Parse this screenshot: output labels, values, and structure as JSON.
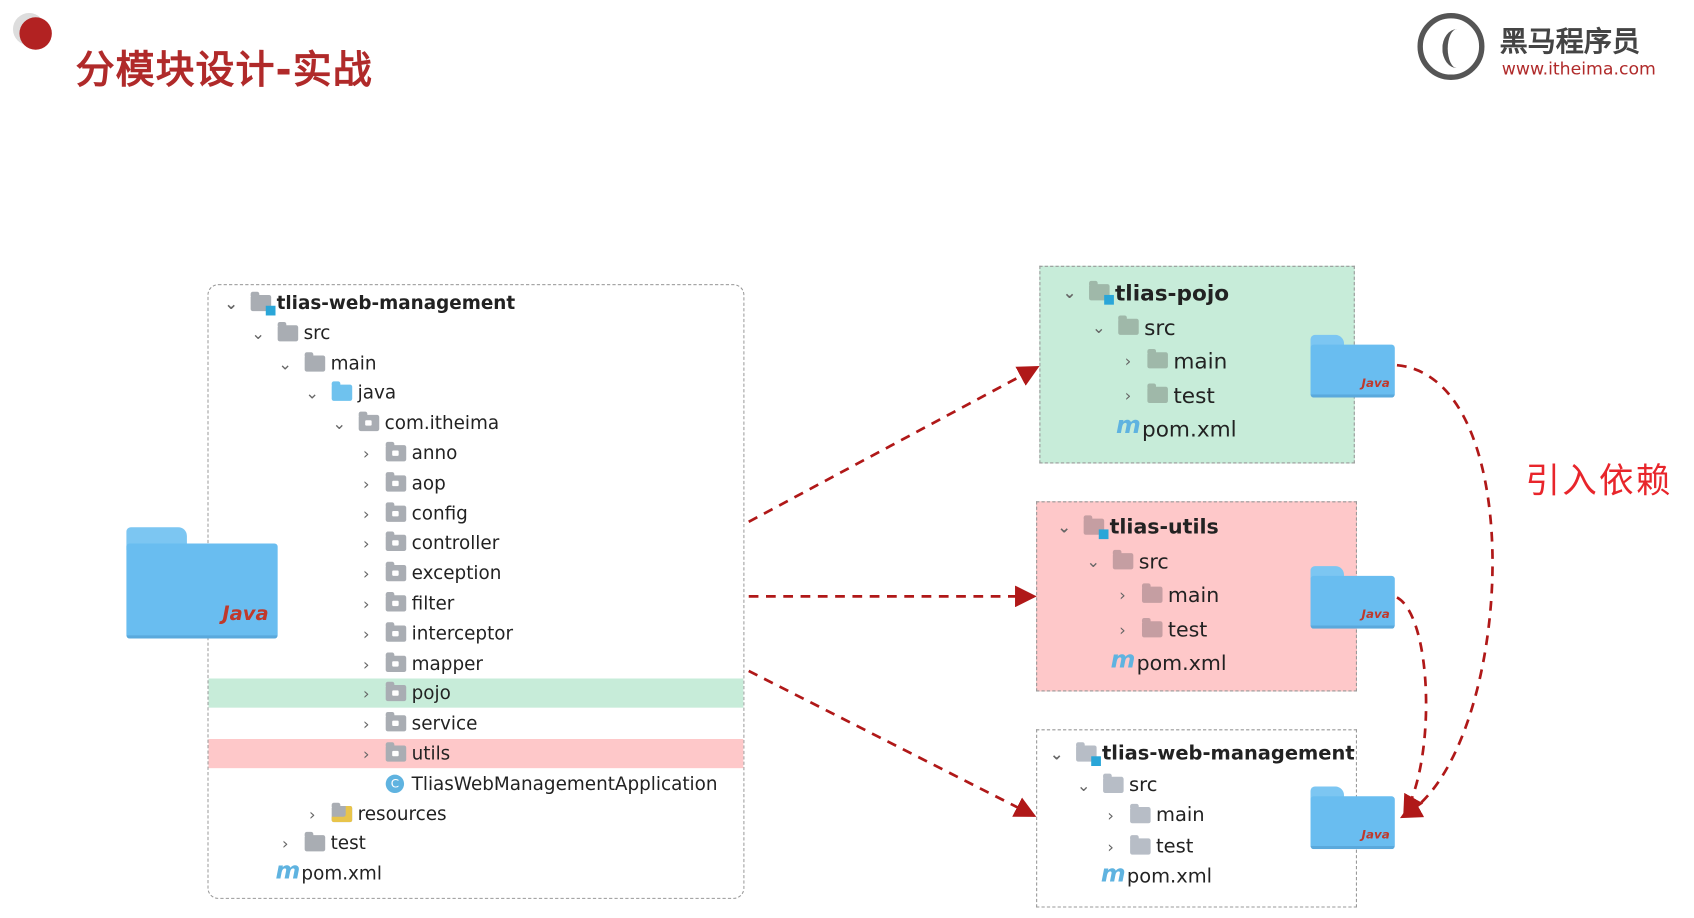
{
  "title": "分模块设计-实战",
  "logo": {
    "name": "黑马程序员",
    "url": "www.itheima.com"
  },
  "dependency_label": "引入依赖",
  "java_folder_label": "Java",
  "colors": {
    "pojo_bg": "#c7ecd9",
    "utils_bg": "#fec8c9",
    "arrow": "#b01818",
    "title": "#b02a2a",
    "label": "#e8252b"
  },
  "left_tree": [
    {
      "label": "tlias-web-management",
      "level": 0,
      "chev": "down",
      "icon": "module",
      "bold": true
    },
    {
      "label": "src",
      "level": 1,
      "chev": "down",
      "icon": "folder"
    },
    {
      "label": "main",
      "level": 2,
      "chev": "down",
      "icon": "folder"
    },
    {
      "label": "java",
      "level": 3,
      "chev": "down",
      "icon": "source"
    },
    {
      "label": "com.itheima",
      "level": 4,
      "chev": "down",
      "icon": "package"
    },
    {
      "label": "anno",
      "level": 5,
      "chev": "right",
      "icon": "package"
    },
    {
      "label": "aop",
      "level": 5,
      "chev": "right",
      "icon": "package"
    },
    {
      "label": "config",
      "level": 5,
      "chev": "right",
      "icon": "package"
    },
    {
      "label": "controller",
      "level": 5,
      "chev": "right",
      "icon": "package"
    },
    {
      "label": "exception",
      "level": 5,
      "chev": "right",
      "icon": "package"
    },
    {
      "label": "filter",
      "level": 5,
      "chev": "right",
      "icon": "package"
    },
    {
      "label": "interceptor",
      "level": 5,
      "chev": "right",
      "icon": "package"
    },
    {
      "label": "mapper",
      "level": 5,
      "chev": "right",
      "icon": "package"
    },
    {
      "label": "pojo",
      "level": 5,
      "chev": "right",
      "icon": "package",
      "highlight": "green"
    },
    {
      "label": "service",
      "level": 5,
      "chev": "right",
      "icon": "package"
    },
    {
      "label": "utils",
      "level": 5,
      "chev": "right",
      "icon": "package",
      "highlight": "red"
    },
    {
      "label": "TliasWebManagementApplication",
      "level": 5,
      "chev": "",
      "icon": "class"
    },
    {
      "label": "resources",
      "level": 3,
      "chev": "right",
      "icon": "resources"
    },
    {
      "label": "test",
      "level": 2,
      "chev": "right",
      "icon": "folder"
    },
    {
      "label": "pom.xml",
      "level": 1,
      "chev": "",
      "icon": "maven"
    }
  ],
  "modules": [
    {
      "key": "pojo",
      "items": [
        {
          "label": "tlias-pojo",
          "level": 0,
          "chev": "down",
          "icon": "module",
          "bold": true
        },
        {
          "label": "src",
          "level": 1,
          "chev": "down",
          "icon": "folder"
        },
        {
          "label": "main",
          "level": 2,
          "chev": "right",
          "icon": "folder"
        },
        {
          "label": "test",
          "level": 2,
          "chev": "right",
          "icon": "folder"
        },
        {
          "label": "pom.xml",
          "level": 1,
          "chev": "",
          "icon": "maven"
        }
      ]
    },
    {
      "key": "utils",
      "items": [
        {
          "label": "tlias-utils",
          "level": 0,
          "chev": "down",
          "icon": "module",
          "bold": true
        },
        {
          "label": "src",
          "level": 1,
          "chev": "down",
          "icon": "folder"
        },
        {
          "label": "main",
          "level": 2,
          "chev": "right",
          "icon": "folder"
        },
        {
          "label": "test",
          "level": 2,
          "chev": "right",
          "icon": "folder"
        },
        {
          "label": "pom.xml",
          "level": 1,
          "chev": "",
          "icon": "maven"
        }
      ]
    },
    {
      "key": "web",
      "items": [
        {
          "label": "tlias-web-management",
          "level": 0,
          "chev": "down",
          "icon": "module",
          "bold": true
        },
        {
          "label": "src",
          "level": 1,
          "chev": "down",
          "icon": "folder"
        },
        {
          "label": "main",
          "level": 2,
          "chev": "right",
          "icon": "folder"
        },
        {
          "label": "test",
          "level": 2,
          "chev": "right",
          "icon": "folder"
        },
        {
          "label": "pom.xml",
          "level": 1,
          "chev": "",
          "icon": "maven"
        }
      ]
    }
  ]
}
